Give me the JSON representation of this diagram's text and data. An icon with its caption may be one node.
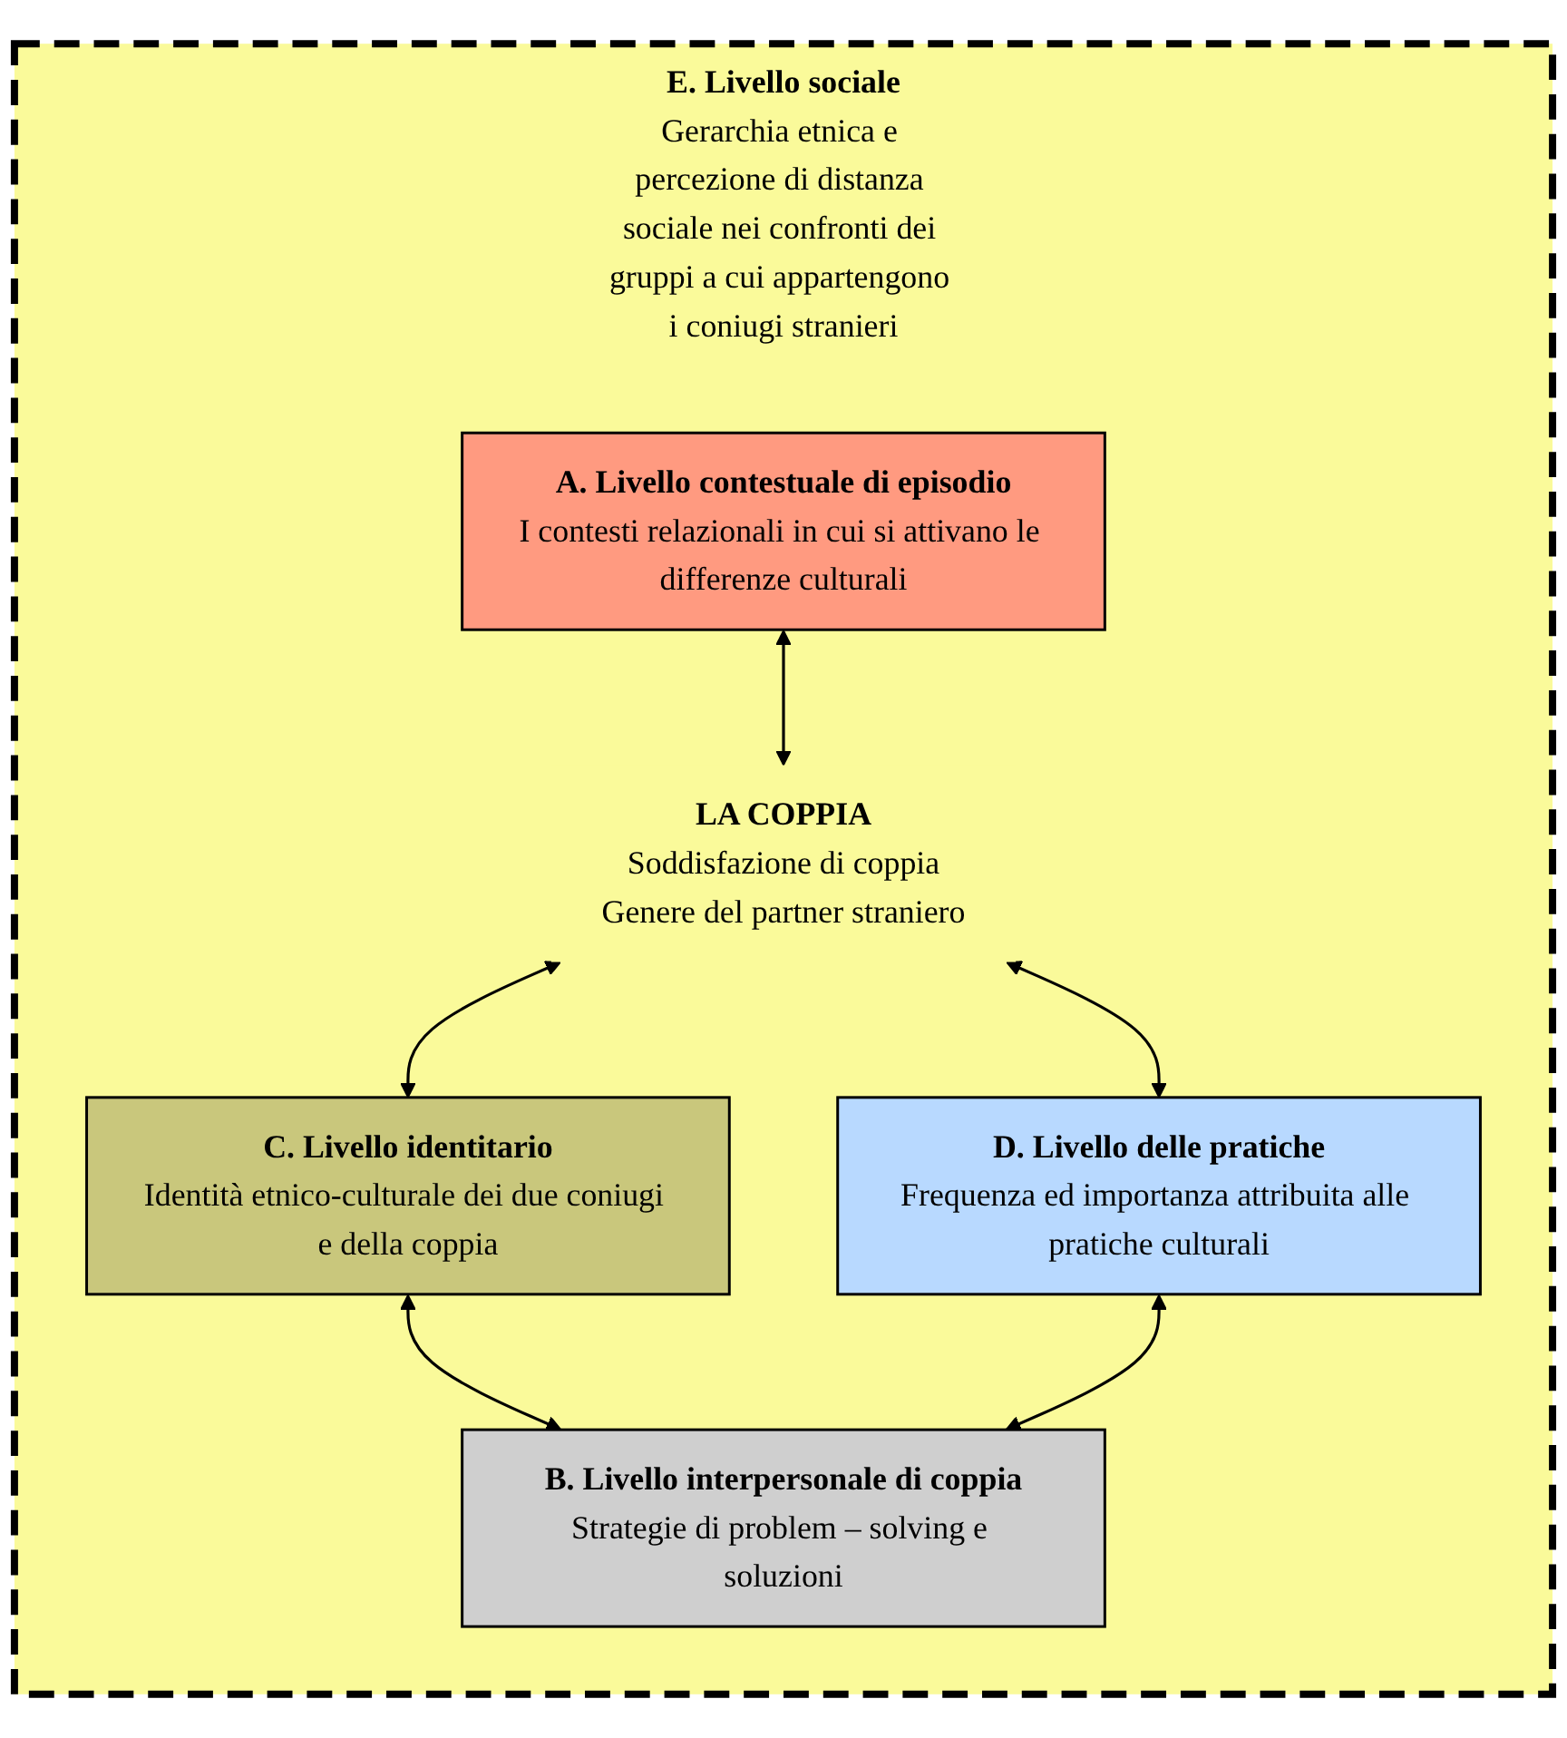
{
  "diagram": {
    "nodes": [
      {
        "text": [
          "E. Livello sociale",
          "Gerarchia etnica e percezione di distanza sociale nei confronti dei gruppi a cui appartengono i coniugi stranieri"
        ]
      },
      {
        "text": [
          "A. Livello contestuale di episodio",
          "I contesti relazionali in cui si attivano le differenze culturali"
        ],
        "in": 0
      },
      {
        "text": [
          "C. Livello identitario",
          "Identità etnico-culturale dei due coniugi e della coppia"
        ],
        "in": 0
      },
      {
        "text": [
          "LA COPPIA",
          "Soddisfazione di coppia",
          "Genere del partner straniero"
        ],
        "in": 0
      },
      {
        "text": [
          "D. Livello delle pratiche",
          "Frequenza ed importanza attribuita alle pratiche culturali"
        ],
        "in": 0
      },
      {
        "text": [
          "B. Livello interpersonale di coppia",
          "Strategie di problem – solving e soluzioni"
        ],
        "in": 0
      }
    ],
    "edges": [
      {
        "from": 1,
        "to": 3,
        "arrow": "both"
      },
      {
        "from": 3,
        "to": 2,
        "arrow": "both"
      },
      {
        "from": 3,
        "to": 4,
        "arrow": "both"
      },
      {
        "from": 2,
        "to": 5,
        "arrow": "both"
      },
      {
        "from": 4,
        "to": 5,
        "arrow": "both"
      }
    ]
  }
}
